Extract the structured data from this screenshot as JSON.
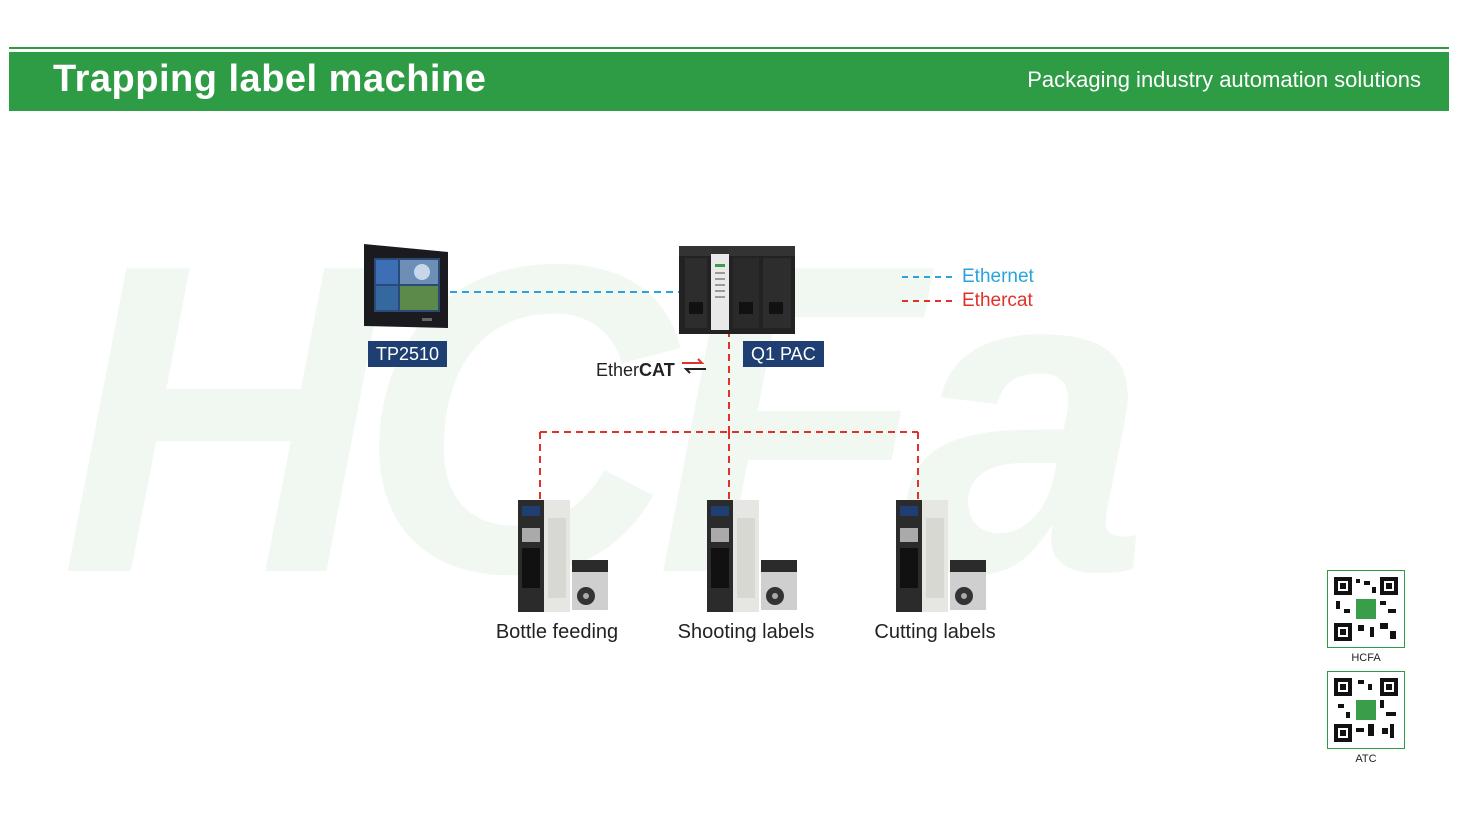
{
  "header": {
    "title": "Trapping label machine",
    "subtitle": "Packaging industry automation solutions"
  },
  "watermark": "HCFa",
  "devices": {
    "hmi_tag": "TP2510",
    "pac_tag": "Q1 PAC",
    "ethercat_logo_prefix": "Ether",
    "ethercat_logo_bold": "CAT"
  },
  "legend": {
    "ethernet": "Ethernet",
    "ethercat": "Ethercat"
  },
  "servos": [
    {
      "label": "Bottle feeding"
    },
    {
      "label": "Shooting labels"
    },
    {
      "label": "Cutting labels"
    }
  ],
  "qr": [
    {
      "label": "HCFA"
    },
    {
      "label": "ATC"
    }
  ],
  "colors": {
    "brand_green": "#2e9b45",
    "ethernet": "#2aa3dc",
    "ethercat": "#e0312b",
    "tag_bg": "#1f3f73"
  }
}
